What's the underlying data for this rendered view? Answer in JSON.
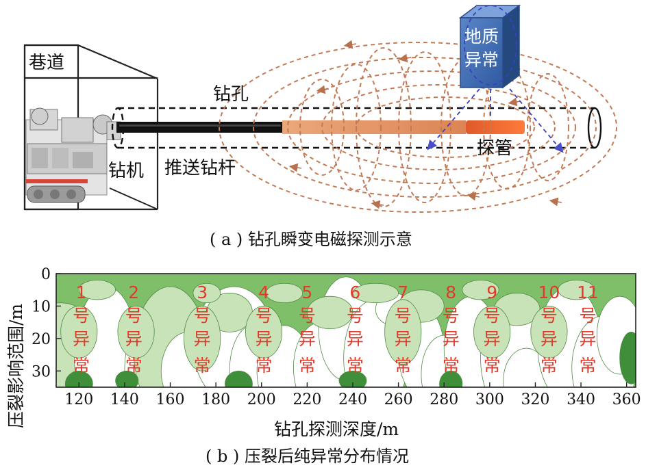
{
  "panel_a": {
    "labels": {
      "roadway": "巷道",
      "borehole": "钻孔",
      "drill_rig": "钻机",
      "push_rod": "推送钻杆",
      "probe": "探管",
      "anomaly_line1": "地质",
      "anomaly_line2": "异常"
    },
    "caption": "( a ) 钻孔瞬变电磁探测示意"
  },
  "panel_b": {
    "caption": "( b ) 压裂后纯异常分布情况",
    "anomaly_char1": "号",
    "anomaly_char2": "异",
    "anomaly_char3": "常"
  },
  "chart_data": {
    "type": "heatmap",
    "xlabel": "钻孔探测深度/m",
    "ylabel": "压裂影响范围/m",
    "xlim": [
      110,
      364
    ],
    "ylim": [
      0,
      35
    ],
    "y_inverted": true,
    "x_ticks": [
      120,
      140,
      160,
      180,
      200,
      220,
      240,
      260,
      280,
      300,
      320,
      340,
      360
    ],
    "y_ticks": [
      0,
      10,
      20,
      30
    ],
    "anomalies": [
      {
        "label": "1",
        "x": 121
      },
      {
        "label": "2",
        "x": 144
      },
      {
        "label": "3",
        "x": 174
      },
      {
        "label": "4",
        "x": 201
      },
      {
        "label": "5",
        "x": 220
      },
      {
        "label": "6",
        "x": 241
      },
      {
        "label": "7",
        "x": 262
      },
      {
        "label": "8",
        "x": 283
      },
      {
        "label": "9",
        "x": 301
      },
      {
        "label": "10",
        "x": 326
      },
      {
        "label": "11",
        "x": 343
      }
    ],
    "colors": {
      "field": "#7fbf6a",
      "light": "#c9e3b8",
      "dark": "#3f8f3a",
      "low": "#ffffff",
      "anomaly_text": "#e23a2a"
    }
  }
}
